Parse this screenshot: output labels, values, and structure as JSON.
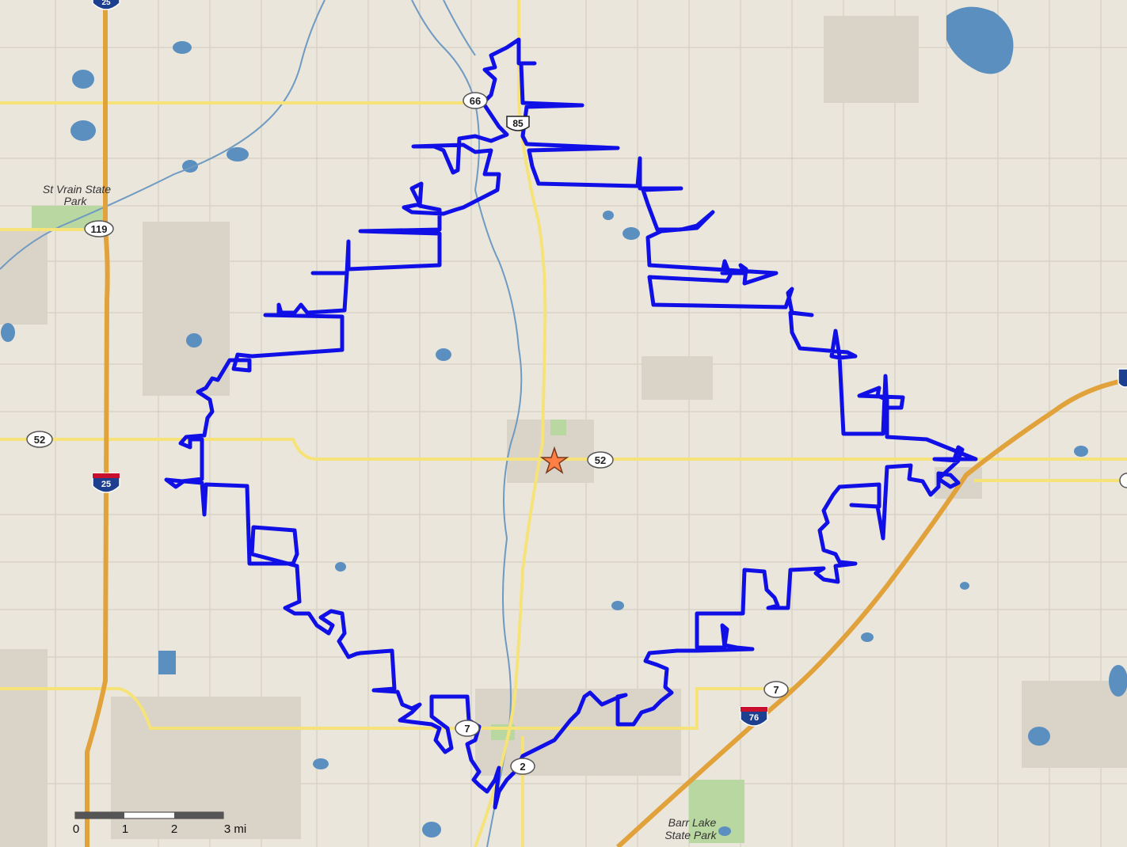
{
  "map": {
    "colors": {
      "land": "#ebe6dc",
      "grid": "#d9d3c6",
      "water": "#5b8fbf",
      "park": "#b9d7a1",
      "urban": "#d6d0c4",
      "highway_yellow": "#f5e37a",
      "interstate_orange": "#e1a23b",
      "route_blue": "#1010e6",
      "marker": "#ff7f45"
    },
    "place_labels": [
      {
        "id": "st-vrain",
        "line1": "St Vrain State",
        "line2": "Park"
      },
      {
        "id": "barr-lake",
        "line1": "Barr Lake",
        "line2": "State Park"
      }
    ],
    "shields": {
      "r66": "66",
      "r85": "85",
      "r119": "119",
      "r52w": "52",
      "r52e": "52",
      "r7s": "7",
      "r7e": "7",
      "r2": "2",
      "i25n": "25",
      "i25": "25",
      "i76": "76"
    },
    "marker_icon": "star-icon",
    "scale_bar": {
      "labels": [
        "0",
        "1",
        "2",
        "3 mi"
      ]
    }
  }
}
